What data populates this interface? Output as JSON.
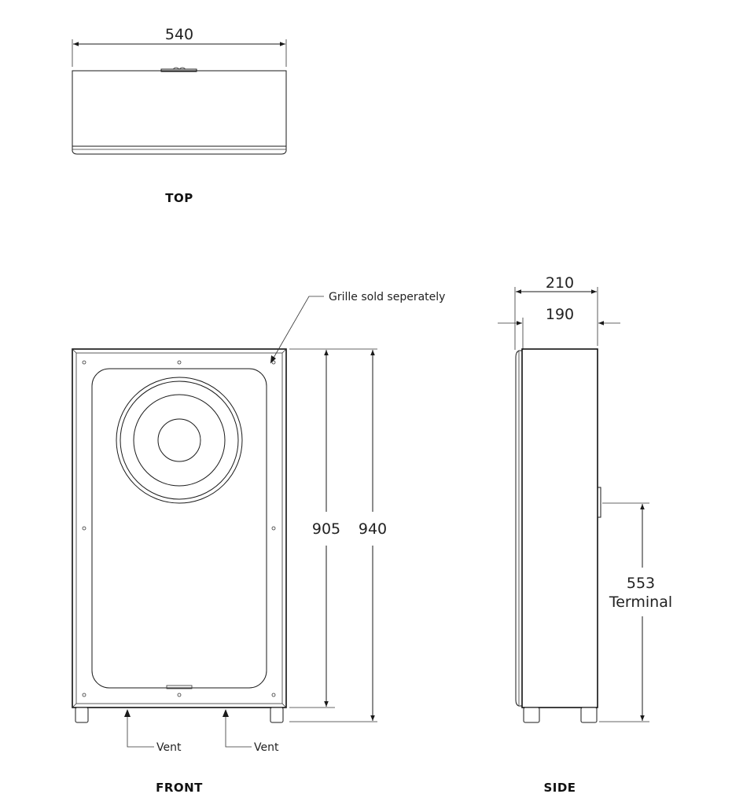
{
  "views": {
    "top": "TOP",
    "front": "FRONT",
    "side": "SIDE"
  },
  "dimensions": {
    "width": "540",
    "inner_height": "905",
    "total_height": "940",
    "depth_total": "210",
    "depth_cabinet": "190",
    "terminal_height": "553",
    "terminal_label": "Terminal"
  },
  "annotations": {
    "grille": "Grille sold seperately",
    "vent_left": "Vent",
    "vent_right": "Vent"
  }
}
